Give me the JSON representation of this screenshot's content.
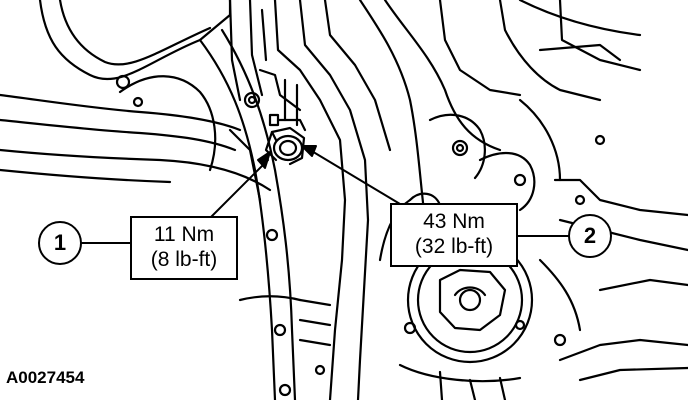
{
  "figure_id": "A0027454",
  "callouts": [
    {
      "number": "1",
      "torque_metric": "11 Nm",
      "torque_imperial": "(8 lb-ft)"
    },
    {
      "number": "2",
      "torque_metric": "43 Nm",
      "torque_imperial": "(32 lb-ft)"
    }
  ],
  "colors": {
    "ink": "#000000",
    "paper": "#ffffff"
  }
}
